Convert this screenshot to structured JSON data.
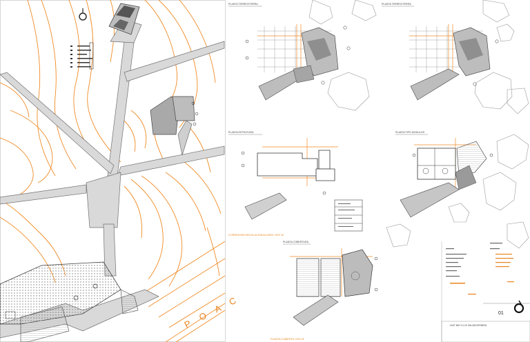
{
  "colors": {
    "contour": "#f08a24",
    "road": "#d9d9d9",
    "road_edge": "#707070",
    "building": "#a9a9a9",
    "ink": "#333333",
    "orange_text": "#e8841e"
  },
  "site": {
    "road_label": "P O A C"
  },
  "panels": {
    "plan1_title": "PLANTA TERREO/TERRA",
    "plan2_title": "PLANTA TERREO/TERRA",
    "plan3_title": "PLANTA ESTRUTURA",
    "plan4_title": "PLANTA TIPO MODULOS",
    "plan5_title": "PLANTA COBERTURA",
    "plan6_title": "PLANTA CUBIERTA, ESC M",
    "elevation_title": "CORREDOR/CIRCULACION/ALZADO, ESC M"
  },
  "title_block": {
    "sheet_number": "01",
    "footer": "UNIT BAY 01-20 SALVADOR/NEIM"
  }
}
